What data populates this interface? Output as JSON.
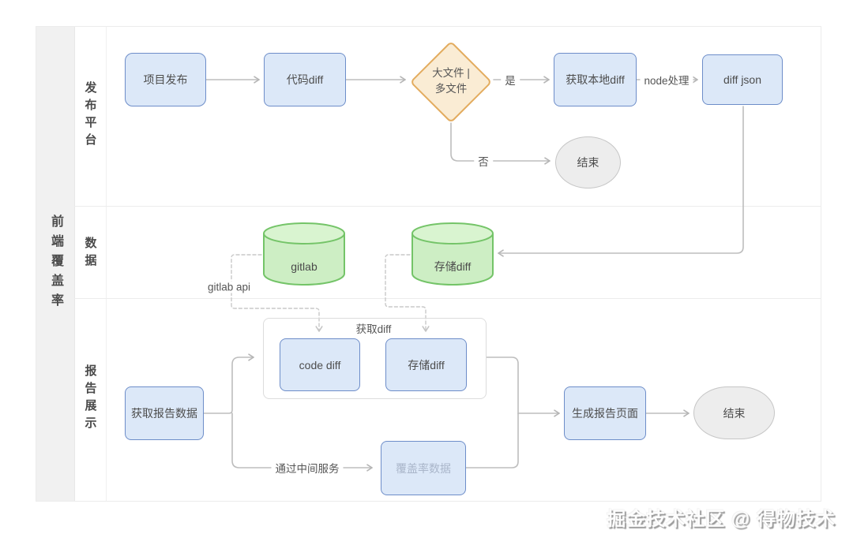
{
  "sidebar": {
    "title": "前端覆盖率"
  },
  "lanes": [
    {
      "label": "发布平台"
    },
    {
      "label": "数据"
    },
    {
      "label": "报告展示"
    }
  ],
  "nodes": {
    "project_release": {
      "label": "项目发布"
    },
    "code_diff": {
      "label": "代码diff"
    },
    "decision": {
      "line1": "大文件 |",
      "line2": "多文件"
    },
    "get_local_diff": {
      "label": "获取本地diff"
    },
    "diff_json": {
      "label": "diff json"
    },
    "end_top": {
      "label": "结束"
    },
    "gitlab_db": {
      "label": "gitlab"
    },
    "store_diff_db": {
      "label": "存储diff"
    },
    "group_get_diff": {
      "label": "获取diff"
    },
    "code_diff_report": {
      "label": "code diff"
    },
    "store_diff_report": {
      "label": "存储diff"
    },
    "get_report_data": {
      "label": "获取报告数据"
    },
    "coverage_data": {
      "label": "覆盖率数据"
    },
    "gen_report_page": {
      "label": "生成报告页面"
    },
    "end_bottom": {
      "label": "结束"
    }
  },
  "edge_labels": {
    "yes": "是",
    "no": "否",
    "node_process": "node处理",
    "gitlab_api": "gitlab api",
    "via_middle_service": "通过中间服务"
  },
  "watermark": "掘金技术社区 @ 得物技术",
  "colors": {
    "process_fill": "#dce8f8",
    "process_border": "#6d8dc9",
    "decision_fill": "#faecd4",
    "decision_border": "#e3ac5f",
    "db_fill": "#cdeec4",
    "db_top_fill": "#d9f4d0",
    "db_border": "#74c468",
    "end_fill": "#ededed",
    "end_border": "#c6c6c6",
    "connector": "#bdbdbd"
  }
}
